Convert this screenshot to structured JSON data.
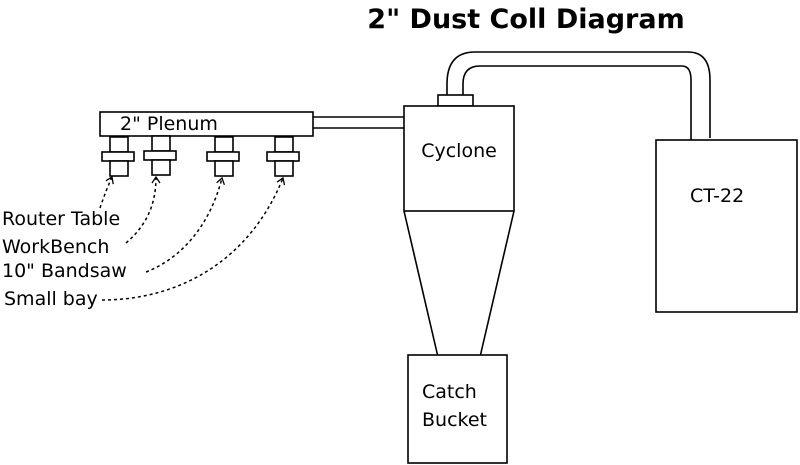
{
  "title": "2\" Dust Coll Diagram",
  "plenum_label": "2\" Plenum",
  "cyclone_label": "Cyclone",
  "collector_label": "CT-22",
  "bucket_label_line1": "Catch",
  "bucket_label_line2": "Bucket",
  "drops": [
    {
      "label": "Router Table"
    },
    {
      "label": "WorkBench"
    },
    {
      "label": "10\" Bandsaw"
    },
    {
      "label": "Small bay"
    }
  ]
}
